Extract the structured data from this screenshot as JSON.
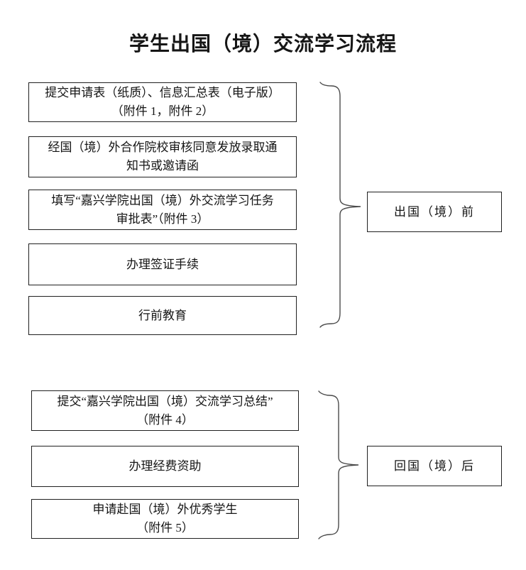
{
  "title": "学生出国（境）交流学习流程",
  "groups": [
    {
      "label": "出国（境）前",
      "steps": [
        {
          "lines": [
            "提交申请表（纸质）、信息汇总表（电子版）",
            "（附件 1，附件 2）"
          ]
        },
        {
          "lines": [
            "经国（境）外合作院校审核同意发放录取通",
            "知书或邀请函"
          ]
        },
        {
          "lines": [
            "填写“嘉兴学院出国（境）外交流学习任务",
            "审批表”（附件 3）"
          ]
        },
        {
          "lines": [
            "办理签证手续"
          ]
        },
        {
          "lines": [
            "行前教育"
          ]
        }
      ]
    },
    {
      "label": "回国（境）后",
      "steps": [
        {
          "lines": [
            "提交“嘉兴学院出国（境）交流学习总结”",
            "（附件 4）"
          ]
        },
        {
          "lines": [
            "办理经费资助"
          ]
        },
        {
          "lines": [
            "申请赴国（境）外优秀学生",
            "（附件 5）"
          ]
        }
      ]
    }
  ],
  "colors": {
    "background": "#ffffff",
    "border": "#202020",
    "brace": "#4a4a4a",
    "text": "#151515"
  }
}
